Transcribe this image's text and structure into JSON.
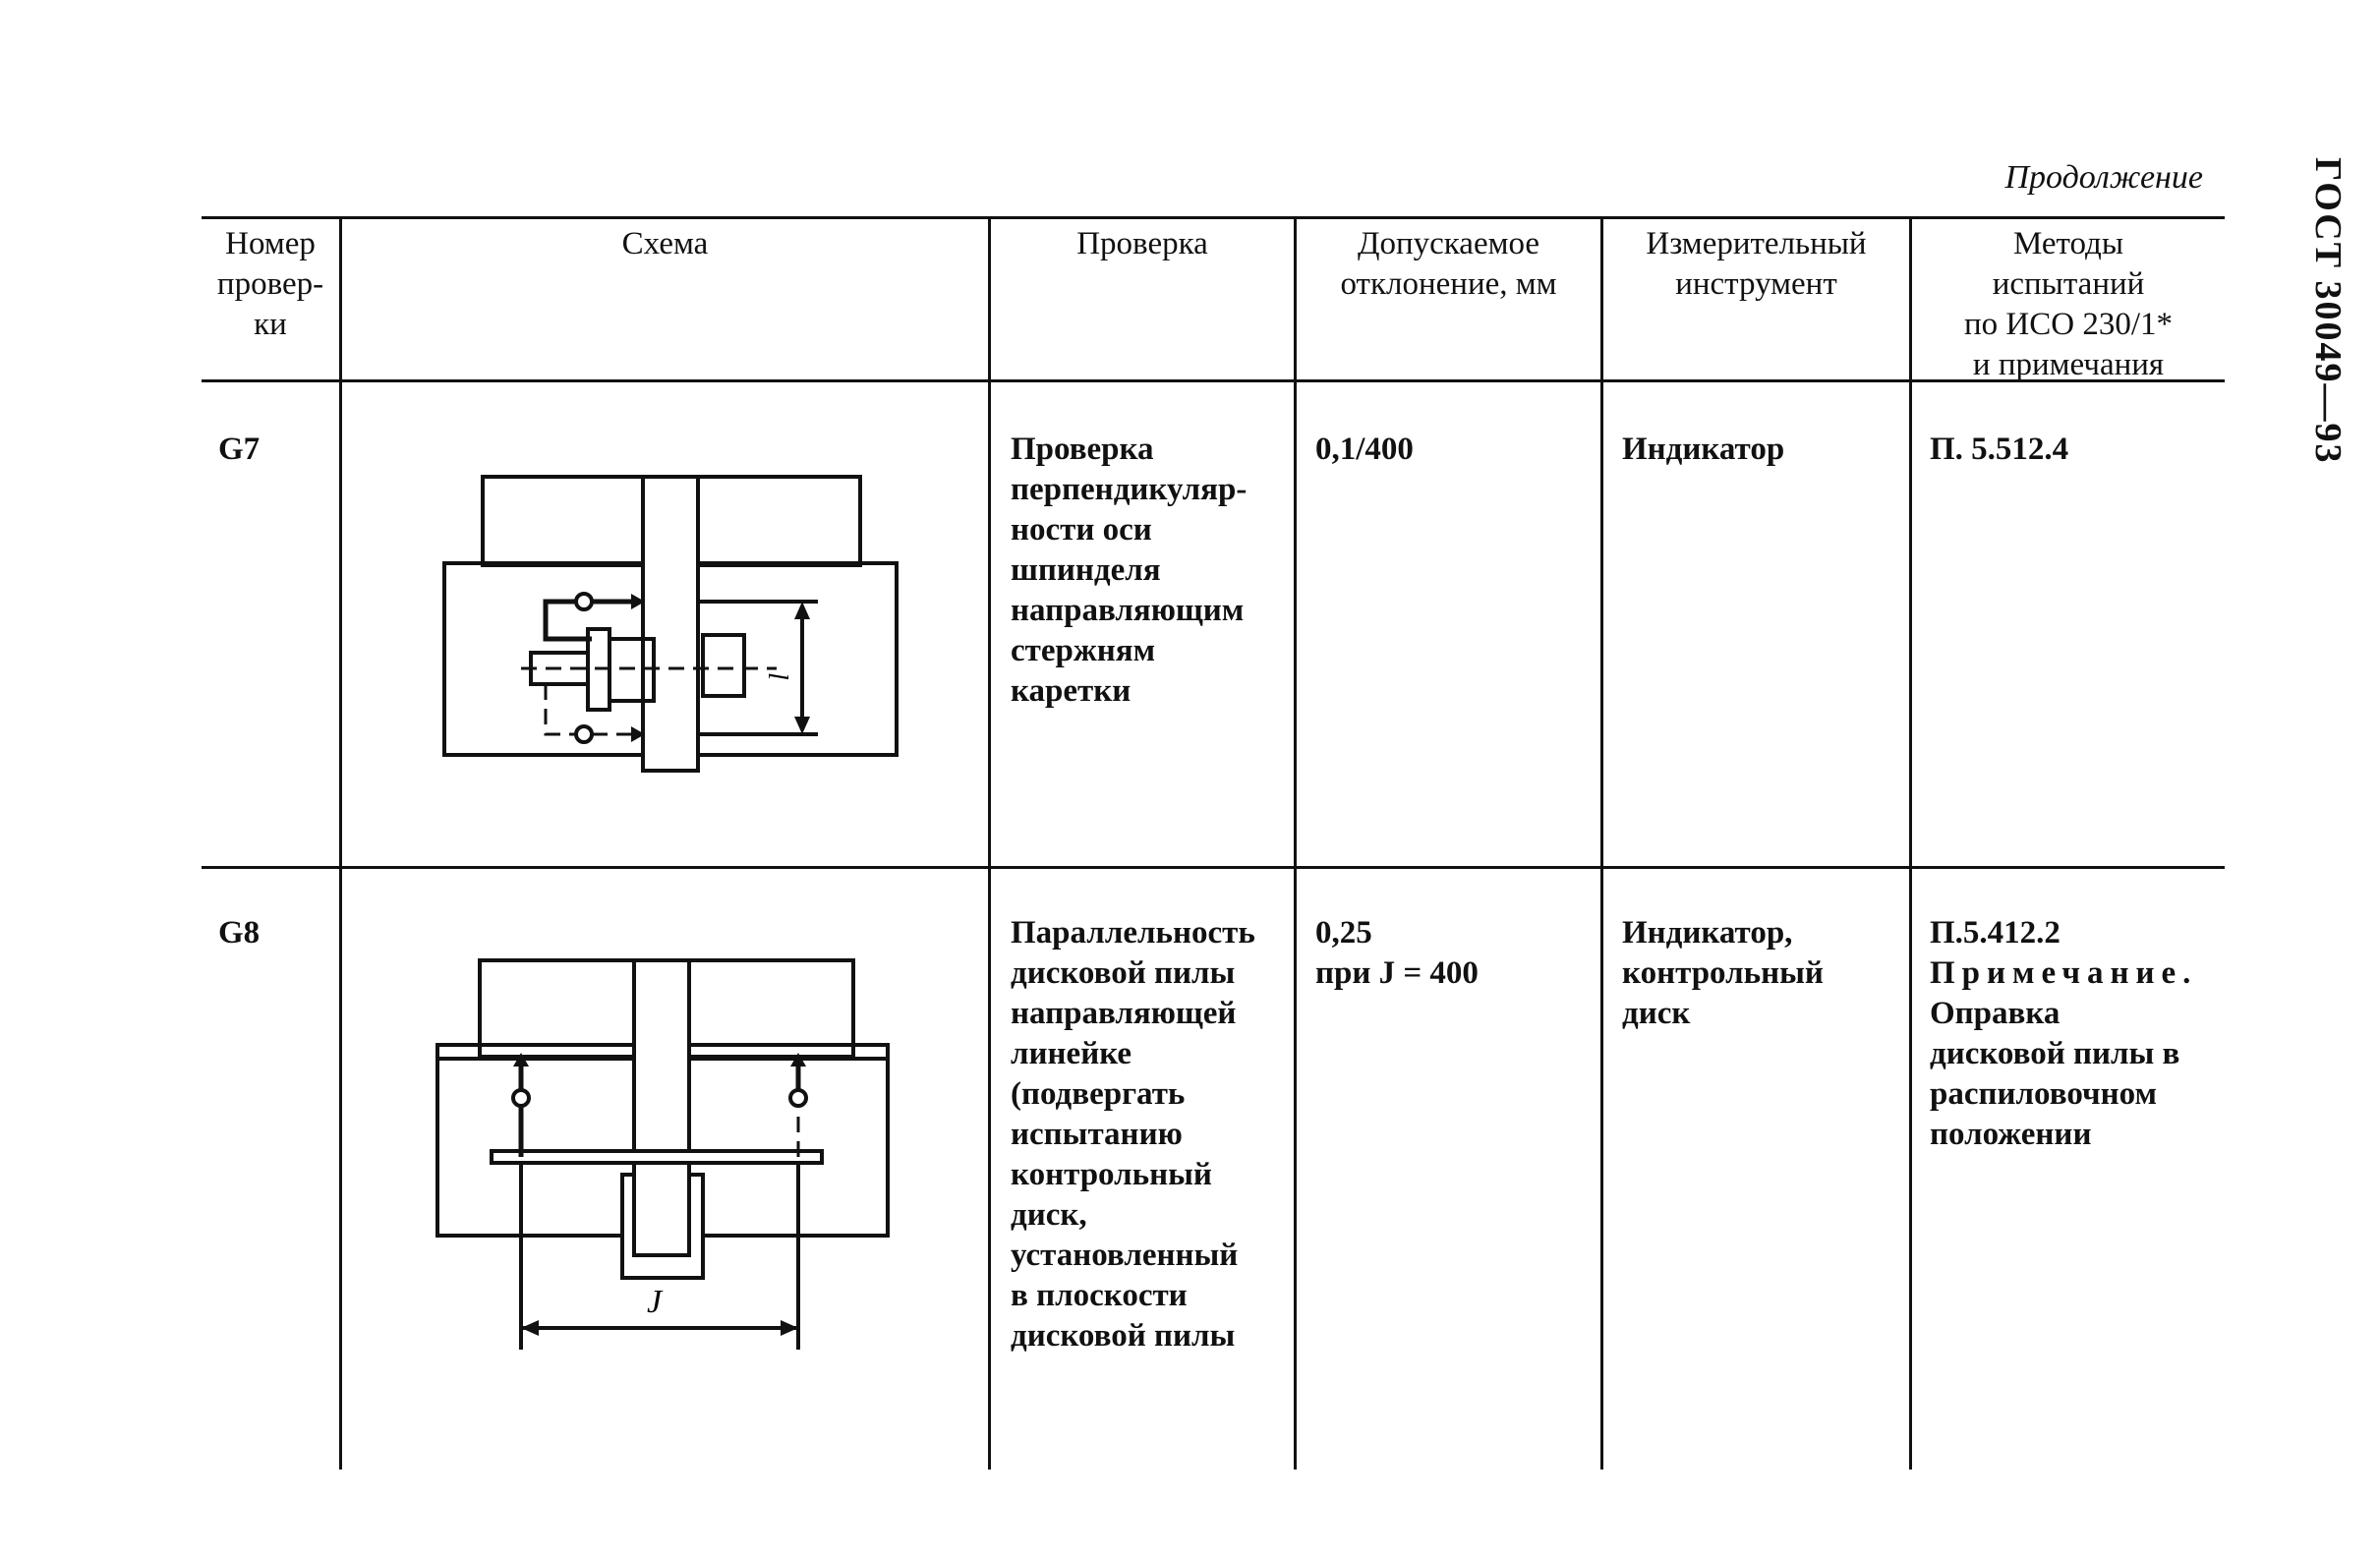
{
  "continuation": "Продолжение",
  "side_code": "ГОСТ 30049—93",
  "headers": {
    "number": [
      "Номер",
      "провер-",
      "ки"
    ],
    "scheme": "Схема",
    "check": "Проверка",
    "tolerance": [
      "Допускаемое",
      "отклонение, мм"
    ],
    "instrument": [
      "Измерительный",
      "инструмент"
    ],
    "methods": [
      "Методы",
      "испытаний",
      "по ИСО 230/1*",
      "и примечания"
    ]
  },
  "rows": [
    {
      "number": "G7",
      "check": [
        "Проверка",
        "перпендикуляр-",
        "ности оси",
        "шпинделя",
        "направляющим",
        "стержням",
        "каретки"
      ],
      "tolerance": [
        "0,1/400"
      ],
      "instrument": [
        "Индикатор"
      ],
      "methods": [
        "П. 5.512.4"
      ],
      "scheme_label": "l"
    },
    {
      "number": "G8",
      "check": [
        "Параллельность",
        "дисковой пилы",
        "направляющей",
        "линейке",
        "(подвергать",
        "испытанию",
        "контрольный",
        "диск,",
        "установленный",
        "в плоскости",
        "дисковой пилы"
      ],
      "tolerance": [
        "0,25",
        "при J = 400"
      ],
      "instrument": [
        "Индикатор,",
        "контрольный",
        "диск"
      ],
      "methods_ref": "П.5.412.2",
      "methods_note_label": "Примечание.",
      "methods": [
        "Оправка",
        "дисковой пилы в",
        "распиловочном",
        "положении"
      ],
      "scheme_label": "J"
    }
  ]
}
